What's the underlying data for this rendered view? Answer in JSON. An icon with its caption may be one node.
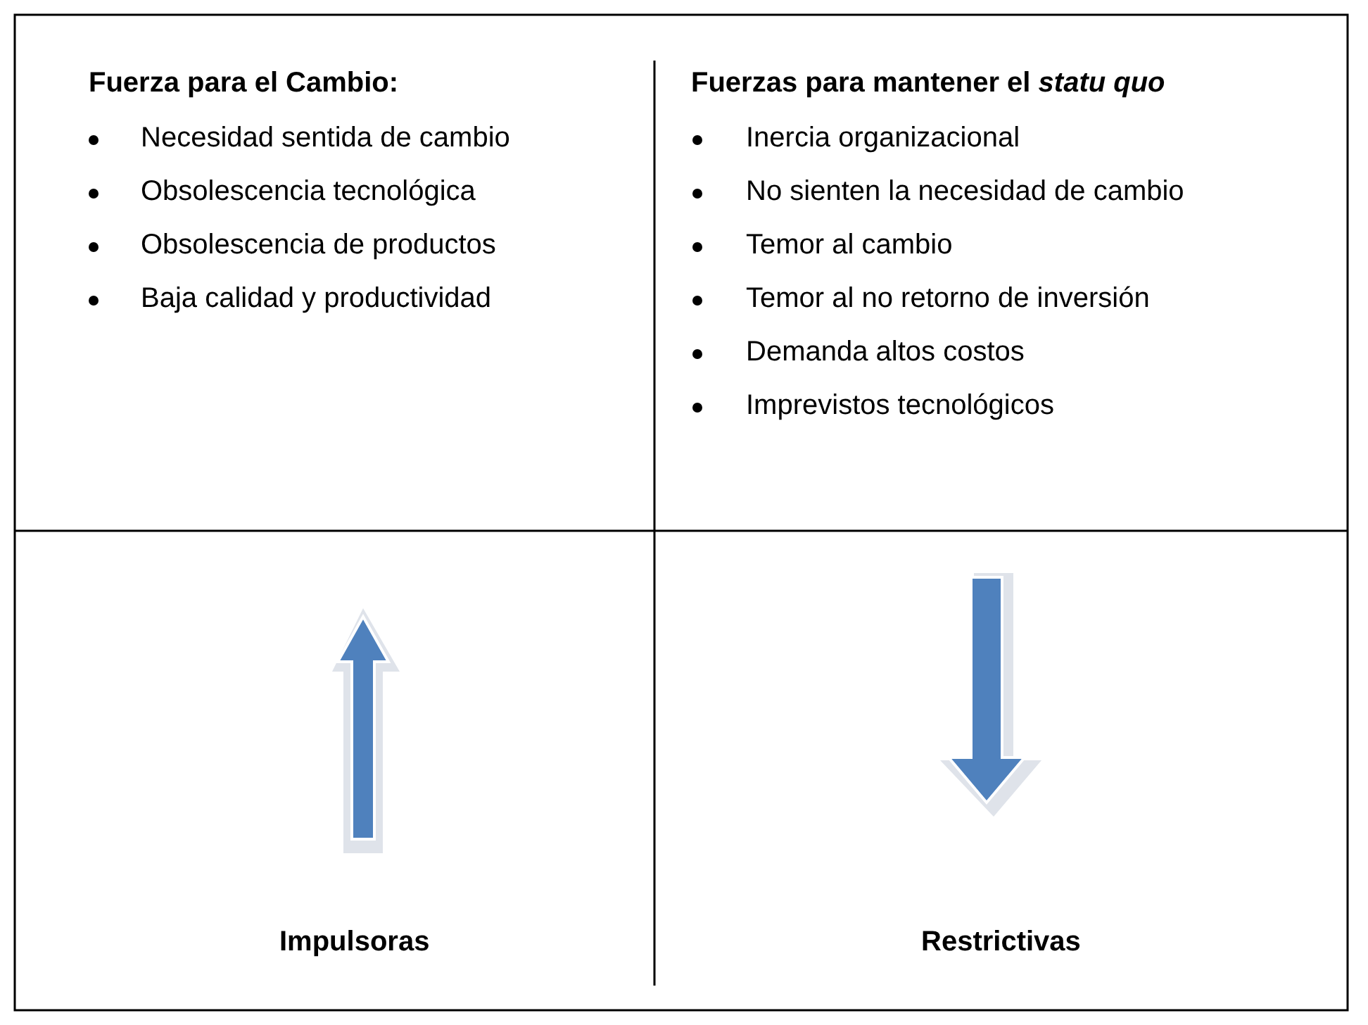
{
  "diagram": {
    "labels": [
      "Fuerza para el Cambio:",
      "Fuerzas para mantener el *statu quo*",
      "Necesidad sentida de cambio",
      "Obsolescencia tecnológica",
      "Obsolescencia de productos",
      "Baja calidad y productividad",
      "Inercia organizacional",
      "No sienten la necesidad de cambio",
      "Temor al cambio",
      "Temor al no retorno de inversión",
      "Demanda altos costos",
      "Imprevistos tecnológicos",
      "Impulsoras",
      "Restrictivas"
    ]
  }
}
